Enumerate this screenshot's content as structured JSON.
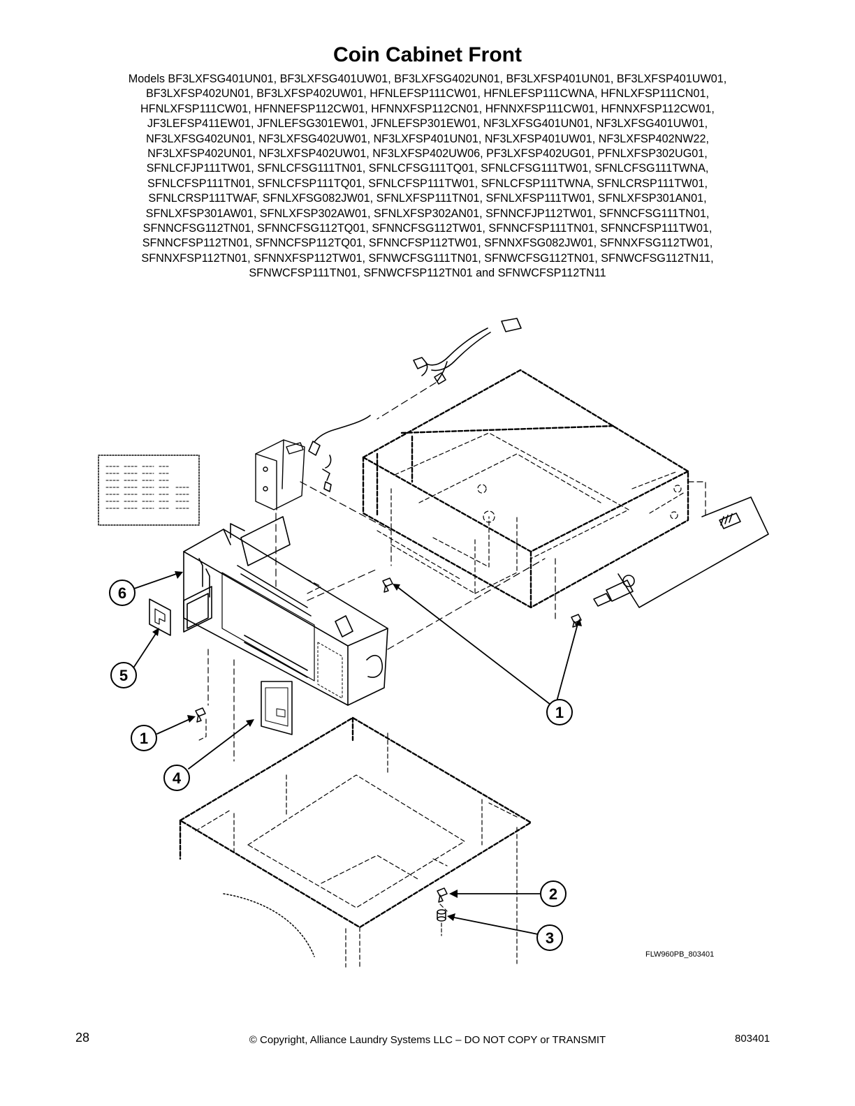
{
  "page": {
    "title": "Coin Cabinet Front",
    "models_lines": [
      "Models BF3LXFSG401UN01, BF3LXFSG401UW01, BF3LXFSG402UN01, BF3LXFSP401UN01, BF3LXFSP401UW01,",
      "BF3LXFSP402UN01, BF3LXFSP402UW01, HFNLEFSP111CW01, HFNLEFSP111CWNA, HFNLXFSP111CN01,",
      "HFNLXFSP111CW01, HFNNEFSP112CW01, HFNNXFSP112CN01, HFNNXFSP111CW01, HFNNXFSP112CW01,",
      "JF3LEFSP411EW01, JFNLEFSG301EW01, JFNLEFSP301EW01, NF3LXFSG401UN01, NF3LXFSG401UW01,",
      "NF3LXFSG402UN01, NF3LXFSG402UW01, NF3LXFSP401UN01, NF3LXFSP401UW01, NF3LXFSP402NW22,",
      "NF3LXFSP402UN01, NF3LXFSP402UW01, NF3LXFSP402UW06, PF3LXFSP402UG01, PFNLXFSP302UG01,",
      "SFNLCFJP111TW01, SFNLCFSG111TN01, SFNLCFSG111TQ01, SFNLCFSG111TW01, SFNLCFSG111TWNA,",
      "SFNLCFSP111TN01, SFNLCFSP111TQ01, SFNLCFSP111TW01, SFNLCFSP111TWNA, SFNLCRSP111TW01,",
      "SFNLCRSP111TWAF, SFNLXFSG082JW01, SFNLXFSP111TN01, SFNLXFSP111TW01, SFNLXFSP301AN01,",
      "SFNLXFSP301AW01, SFNLXFSP302AW01, SFNLXFSP302AN01, SFNNCFJP112TW01, SFNNCFSG111TN01,",
      "SFNNCFSG112TN01, SFNNCFSG112TQ01, SFNNCFSG112TW01, SFNNCFSP111TN01, SFNNCFSP111TW01,",
      "SFNNCFSP112TN01, SFNNCFSP112TQ01, SFNNCFSP112TW01, SFNNXFSG082JW01, SFNNXFSG112TW01,",
      "SFNNXFSP112TN01, SFNNXFSP112TW01, SFNWCFSG111TN01, SFNWCFSG112TN01, SFNWCFSG112TN11,",
      "SFNWCFSP111TN01, SFNWCFSP112TN01 and SFNWCFSP112TN11"
    ]
  },
  "diagram": {
    "callouts": [
      "6",
      "5",
      "1",
      "4",
      "1",
      "2",
      "3"
    ],
    "drawing_code": "FLW960PB_803401"
  },
  "footer": {
    "page_number": "28",
    "copyright": "© Copyright, Alliance Laundry Systems LLC – DO NOT COPY or TRANSMIT",
    "document_number": "803401"
  }
}
